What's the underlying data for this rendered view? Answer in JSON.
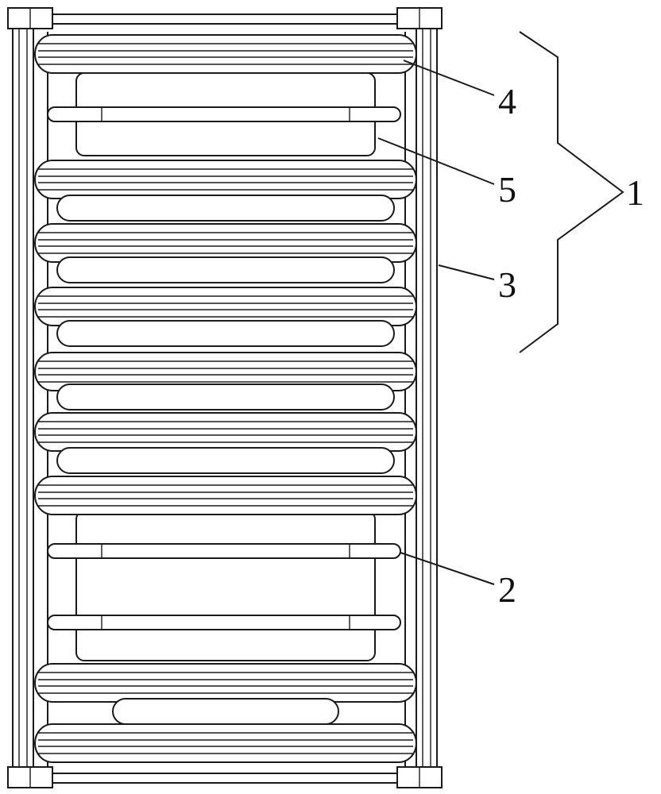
{
  "labels": {
    "heating_unit": "1",
    "towel_bar": "2",
    "side_pipe": "3",
    "tube": "4",
    "frame": "5"
  },
  "colors": {
    "stroke": "#1a1a1a",
    "background": "#ffffff",
    "text": "#111111"
  }
}
